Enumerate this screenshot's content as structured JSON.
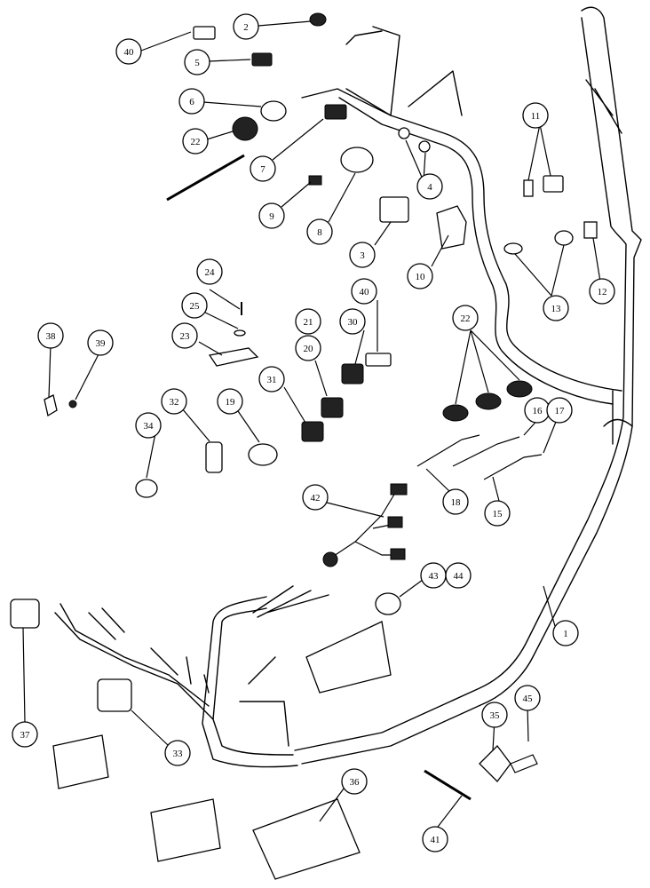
{
  "callouts": [
    {
      "id": "c1",
      "text": "1"
    },
    {
      "id": "c2",
      "text": "2"
    },
    {
      "id": "c3",
      "text": "3"
    },
    {
      "id": "c4",
      "text": "4"
    },
    {
      "id": "c5",
      "text": "5"
    },
    {
      "id": "c6",
      "text": "6"
    },
    {
      "id": "c7",
      "text": "7"
    },
    {
      "id": "c8",
      "text": "8"
    },
    {
      "id": "c9",
      "text": "9"
    },
    {
      "id": "c10",
      "text": "10"
    },
    {
      "id": "c11",
      "text": "11"
    },
    {
      "id": "c12",
      "text": "12"
    },
    {
      "id": "c13",
      "text": "13"
    },
    {
      "id": "c15",
      "text": "15"
    },
    {
      "id": "c16",
      "text": "16"
    },
    {
      "id": "c17",
      "text": "17"
    },
    {
      "id": "c18",
      "text": "18"
    },
    {
      "id": "c19",
      "text": "19"
    },
    {
      "id": "c20",
      "text": "20"
    },
    {
      "id": "c21",
      "text": "21"
    },
    {
      "id": "c22a",
      "text": "22"
    },
    {
      "id": "c22b",
      "text": "22"
    },
    {
      "id": "c23",
      "text": "23"
    },
    {
      "id": "c24",
      "text": "24"
    },
    {
      "id": "c25",
      "text": "25"
    },
    {
      "id": "c30",
      "text": "30"
    },
    {
      "id": "c31",
      "text": "31"
    },
    {
      "id": "c32",
      "text": "32"
    },
    {
      "id": "c33",
      "text": "33"
    },
    {
      "id": "c34",
      "text": "34"
    },
    {
      "id": "c35",
      "text": "35"
    },
    {
      "id": "c36",
      "text": "36"
    },
    {
      "id": "c37",
      "text": "37"
    },
    {
      "id": "c38",
      "text": "38"
    },
    {
      "id": "c39",
      "text": "39"
    },
    {
      "id": "c40a",
      "text": "40"
    },
    {
      "id": "c40b",
      "text": "40"
    },
    {
      "id": "c41",
      "text": "41"
    },
    {
      "id": "c42",
      "text": "42"
    },
    {
      "id": "c43",
      "text": "43"
    },
    {
      "id": "c44",
      "text": "44"
    },
    {
      "id": "c45",
      "text": "45"
    }
  ]
}
